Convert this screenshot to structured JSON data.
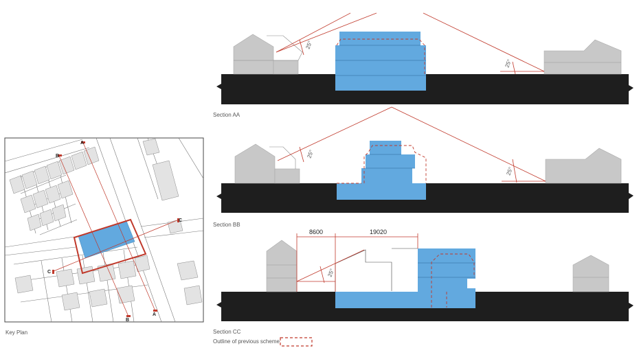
{
  "labels": {
    "key_plan": "Key Plan",
    "section_aa": "Section AA",
    "section_bb": "Section BB",
    "section_cc": "Section CC",
    "legend": "Outline of previous scheme"
  },
  "angles": {
    "aa_left": "25°",
    "aa_right": "25°",
    "bb_left": "25°",
    "bb_right": "25°",
    "cc_left": "25°"
  },
  "dimensions": {
    "cc_a": "8600",
    "cc_b": "19020"
  },
  "plan_markers": {
    "a_top": "A",
    "a_bottom": "A",
    "b_top": "B",
    "b_bottom": "B",
    "c_left": "C",
    "c_right": "C"
  },
  "colors": {
    "proposal": "#62a9df",
    "neighbour": "#c8c8c8",
    "ground": "#1e1e1e",
    "lines": "#c0392b"
  }
}
